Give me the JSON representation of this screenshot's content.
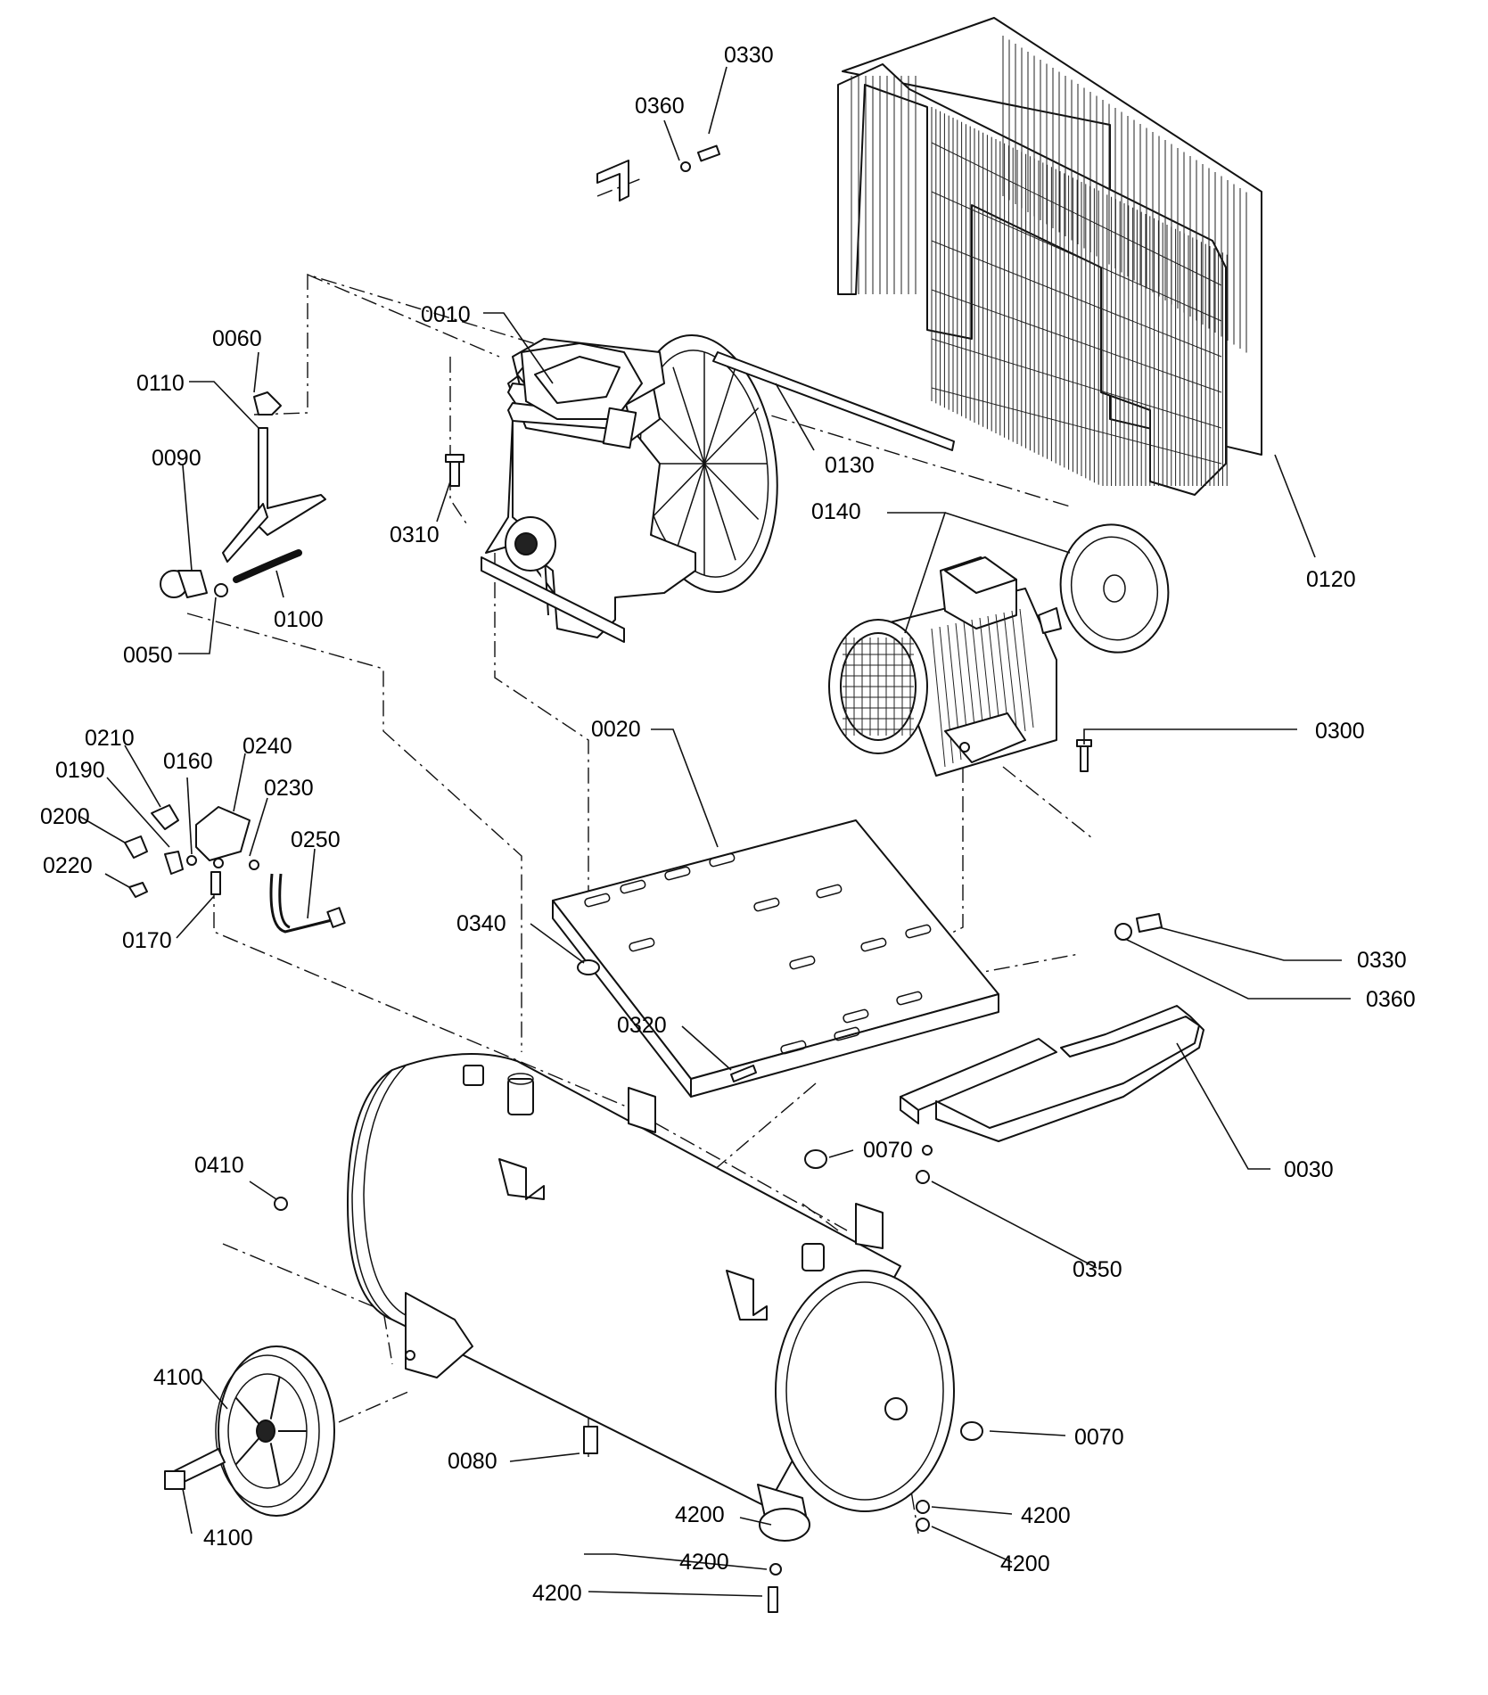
{
  "callouts": [
    {
      "id": "c0330a",
      "label": "0330"
    },
    {
      "id": "c0360a",
      "label": "0360"
    },
    {
      "id": "c0010",
      "label": "0010"
    },
    {
      "id": "c0060",
      "label": "0060"
    },
    {
      "id": "c0110",
      "label": "0110"
    },
    {
      "id": "c0090",
      "label": "0090"
    },
    {
      "id": "c0310",
      "label": "0310"
    },
    {
      "id": "c0130",
      "label": "0130"
    },
    {
      "id": "c0140",
      "label": "0140"
    },
    {
      "id": "c0120",
      "label": "0120"
    },
    {
      "id": "c0100",
      "label": "0100"
    },
    {
      "id": "c0050",
      "label": "0050"
    },
    {
      "id": "c0020",
      "label": "0020"
    },
    {
      "id": "c0300",
      "label": "0300"
    },
    {
      "id": "c0210",
      "label": "0210"
    },
    {
      "id": "c0240",
      "label": "0240"
    },
    {
      "id": "c0190",
      "label": "0190"
    },
    {
      "id": "c0160",
      "label": "0160"
    },
    {
      "id": "c0230",
      "label": "0230"
    },
    {
      "id": "c0200",
      "label": "0200"
    },
    {
      "id": "c0250",
      "label": "0250"
    },
    {
      "id": "c0220",
      "label": "0220"
    },
    {
      "id": "c0170",
      "label": "0170"
    },
    {
      "id": "c0340",
      "label": "0340"
    },
    {
      "id": "c0330b",
      "label": "0330"
    },
    {
      "id": "c0360b",
      "label": "0360"
    },
    {
      "id": "c0320",
      "label": "0320"
    },
    {
      "id": "c0030",
      "label": "0030"
    },
    {
      "id": "c0070a",
      "label": "0070"
    },
    {
      "id": "c0410",
      "label": "0410"
    },
    {
      "id": "c0350",
      "label": "0350"
    },
    {
      "id": "c4100a",
      "label": "4100"
    },
    {
      "id": "c0070b",
      "label": "0070"
    },
    {
      "id": "c0080",
      "label": "0080"
    },
    {
      "id": "c4200a",
      "label": "4200"
    },
    {
      "id": "c4200b",
      "label": "4200"
    },
    {
      "id": "c4100b",
      "label": "4100"
    },
    {
      "id": "c4200c",
      "label": "4200"
    },
    {
      "id": "c4200d",
      "label": "4200"
    },
    {
      "id": "c4200e",
      "label": "4200"
    }
  ]
}
